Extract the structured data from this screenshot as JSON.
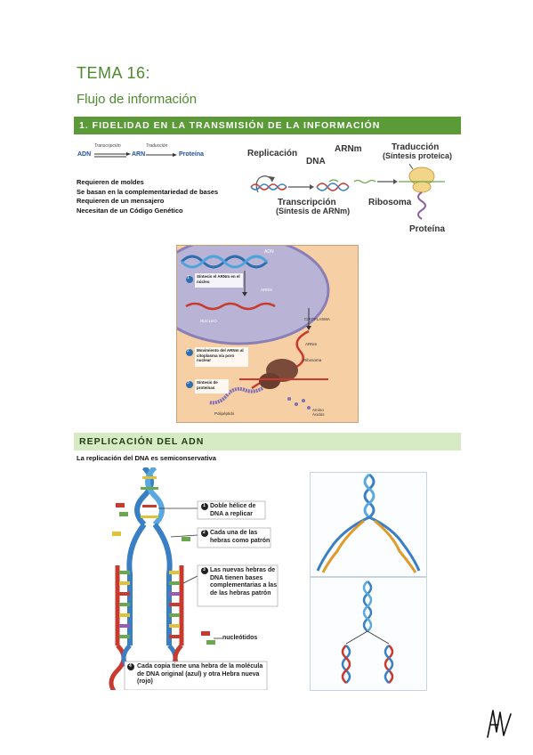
{
  "header": {
    "tema": "TEMA 16:",
    "subtitle": "Flujo de información"
  },
  "section1": {
    "title": "1.  FIDELIDAD EN LA TRANSMISIÓN DE LA INFORMACIÓN",
    "flow": {
      "adn": "ADN",
      "arn": "ARN",
      "proteina": "Proteína",
      "transcription": "Transcripción",
      "translation": "Traducción"
    },
    "requirements": [
      "Requieren de moldes",
      "Se basan en la complementariedad de bases",
      "Requieren de un mensajero",
      "Necesitan de un Código Genético"
    ],
    "dogma_figure": {
      "replicacion": "Replicación",
      "dna": "DNA",
      "arnm": "ARNm",
      "traduccion": "Traducción",
      "sintesis_proteica": "(Síntesis proteica)",
      "transcripcion": "Transcripción",
      "sintesis_arnm": "(Síntesis de ARNm)",
      "ribosoma": "Ribosoma",
      "proteina": "Proteína"
    },
    "cell_figure": {
      "adn": "ADN",
      "step1": "Síntesis el ARNm en el núcleo",
      "arnm_top": "ARNm",
      "nucleo": "NÚCLEO",
      "citoplasma": "CITOPLASMA",
      "step2": "Movimiento del ARNm al citoplasma vía poro nuclear",
      "arnm_mid": "ARNm",
      "ribosoma": "Ribosoma",
      "step3": "Síntesis de proteínas",
      "polipeptido": "Polipéptido",
      "aminoacidos": "Amino Ácidos",
      "step_numbers": [
        "1",
        "2",
        "3"
      ]
    }
  },
  "section2": {
    "title": "REPLICACIÓN DEL ADN",
    "intro": "La replicación del DNA es semiconservativa",
    "labels": {
      "l1_num": "1",
      "l1": "Doble hélice de DNA a replicar",
      "l2_num": "2",
      "l2": "Cada una de las hebras como patrón",
      "l3_num": "3",
      "l3": "Las nuevas hebras de DNA tienen bases complementarias a las de las hebras patrón",
      "nucleotidos": "nucleótidos",
      "l4_num": "4",
      "l4": "Cada copia tiene una hebra de la molécula de DNA original (azul) y otra Hebra nueva (rojo)"
    }
  },
  "signature": "AM",
  "colors": {
    "accent_dark": "#5a9a37",
    "accent_light": "#d6eac4",
    "title_green": "#4e8a2e",
    "dna_blue": "#3a7fc4",
    "dna_red": "#c8392e",
    "dna_orange": "#e09a2a"
  }
}
